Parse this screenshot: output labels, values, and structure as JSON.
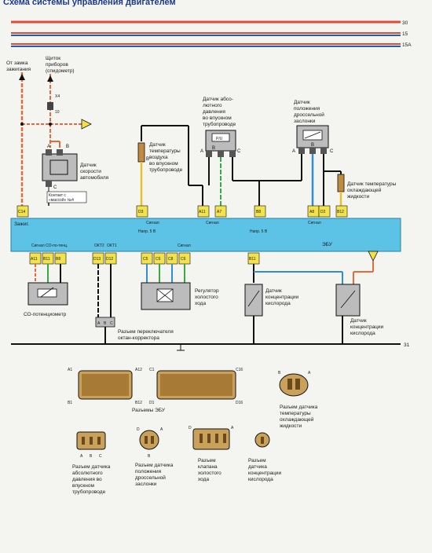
{
  "header": {
    "title_fragment": "Схема системы управления двигателем"
  },
  "rails": [
    "30",
    "15",
    "15A"
  ],
  "ground_label": "31",
  "ecu": {
    "name": "ЭБУ",
    "ignition_label": "Зажиг.",
    "top_pins": [
      "C14",
      "D3",
      "A11",
      "A7",
      "B8",
      "A8",
      "D2",
      "B12"
    ],
    "bottom_pins": [
      "A11",
      "B11",
      "B8",
      "D13",
      "D12",
      "C5",
      "C6",
      "C8",
      "C6",
      "B11"
    ],
    "signal_label": "Сигнал",
    "signal_top_left": "Сигнал",
    "power_5v": "Напр. 5 В",
    "oct2": "ОКТ2",
    "oct1": "ОКТ1",
    "co_label": "Сигнал СО-по-тенц."
  },
  "labels": {
    "ignition_switch": [
      "От замка",
      "зажигания"
    ],
    "dashboard": [
      "Щиток",
      "приборов",
      "(спидометр)"
    ],
    "x4": "X4",
    "wire10": "10",
    "speed_sensor": [
      "Датчик",
      "скорости",
      "автомобиля"
    ],
    "contact": [
      "Контакт с",
      "«массой» №4"
    ],
    "air_temp": [
      "Датчик",
      "температуры",
      "воздуха",
      "во впускном",
      "трубопроводе"
    ],
    "map_sensor": [
      "Датчик абсо-",
      "лютного",
      "давления",
      "во впускном",
      "трубопроводе"
    ],
    "map_symbol": "P/U",
    "tps_sensor": [
      "Датчик",
      "положения",
      "дроссельной",
      "заслонки"
    ],
    "coolant_sensor": [
      "Датчик температуры",
      "охлаждающей",
      "жидкости"
    ],
    "co_pot": "СО-потенциометр",
    "idle_reg": [
      "Регулятор",
      "холостого",
      "хода"
    ],
    "o2_a": [
      "Датчик",
      "концентрации",
      "кислорода"
    ],
    "o2_b": [
      "Датчик",
      "концентрации",
      "кислорода"
    ],
    "octane": [
      "Разъем переключателя",
      "октан-корректора"
    ]
  },
  "connectors": {
    "ecu_caption": "Разъемы ЭБУ",
    "ecu_pins": [
      "A1",
      "A12",
      "B1",
      "B12",
      "C1",
      "C16",
      "D1",
      "D16"
    ],
    "coolant_caption": [
      "Разъем датчика",
      "температуры",
      "охлаждающей",
      "жидкости"
    ],
    "map_caption": [
      "Разъем датчика",
      "абсолютного",
      "давления во",
      "впускном",
      "трубопроводе"
    ],
    "tps_caption": [
      "Разъем датчика",
      "положения",
      "дроссельной",
      "заслонки"
    ],
    "idle_caption": [
      "Разъем",
      "клапана",
      "холостого",
      "хода"
    ],
    "o2_caption": [
      "Разъем",
      "датчика",
      "концентрации",
      "кислорода"
    ],
    "pins_abc": [
      "A",
      "B",
      "C"
    ],
    "pin_a": "A",
    "pin_b": "B",
    "pin_d": "D"
  }
}
